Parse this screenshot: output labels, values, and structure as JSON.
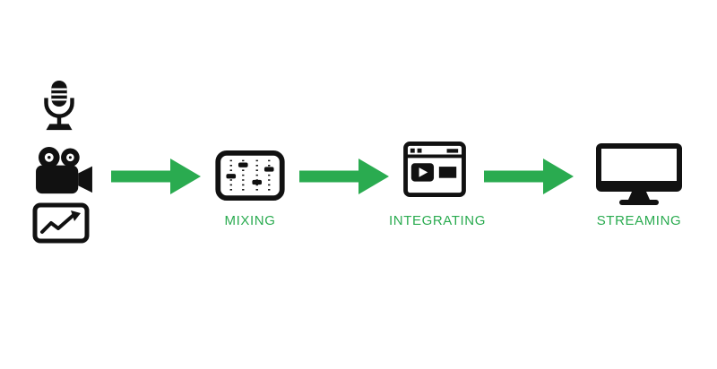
{
  "diagram": {
    "background": "#ffffff",
    "accent_color": "#2aab50",
    "icon_color": "#111111",
    "sources": {
      "icons": [
        "microphone-icon",
        "video-camera-icon",
        "line-chart-icon"
      ]
    },
    "arrows": [
      {
        "name": "flow-arrow-1"
      },
      {
        "name": "flow-arrow-2"
      },
      {
        "name": "flow-arrow-3"
      }
    ],
    "steps": [
      {
        "label": "MIXING",
        "icon": "audio-mixer-icon"
      },
      {
        "label": "INTEGRATING",
        "icon": "browser-video-icon"
      },
      {
        "label": "STREAMING",
        "icon": "monitor-icon"
      }
    ]
  }
}
